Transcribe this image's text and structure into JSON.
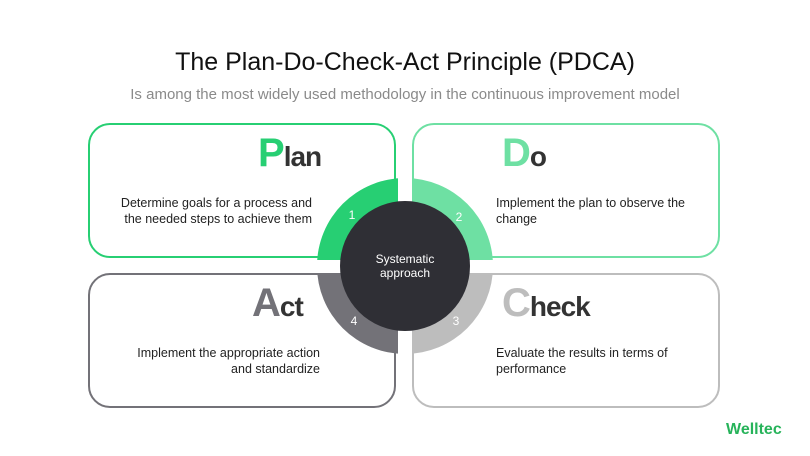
{
  "title": "The Plan-Do-Check-Act Principle (PDCA)",
  "subtitle": "Is among the most widely used methodology in the continuous improvement model",
  "center": {
    "line1": "Systematic",
    "line2": "approach"
  },
  "quadrants": [
    {
      "initial": "P",
      "rest": "lan",
      "number": "1",
      "line1": "Determine goals for a process and",
      "line2": "the needed steps to achieve them",
      "color": "#27cf73"
    },
    {
      "initial": "D",
      "rest": "o",
      "number": "2",
      "line1": "Implement the plan to observe the",
      "line2": "change",
      "color": "#6ee0a3"
    },
    {
      "initial": "C",
      "rest": "heck",
      "number": "3",
      "line1": " Evaluate the results in terms of",
      "line2": "performance",
      "color": "#bdbdbd"
    },
    {
      "initial": "A",
      "rest": "ct",
      "number": "4",
      "line1": "Implement the appropriate action",
      "line2": "and standardize",
      "color": "#737278"
    }
  ],
  "logo": "Welltec"
}
